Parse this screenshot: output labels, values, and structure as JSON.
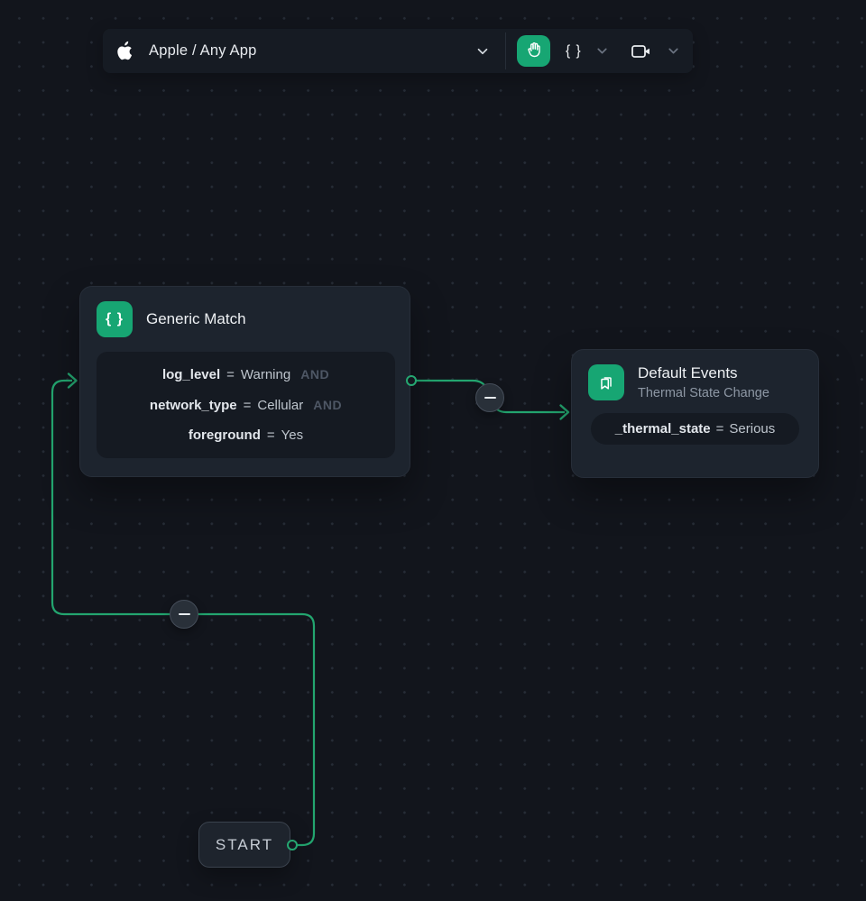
{
  "toolbar": {
    "app_selector": {
      "label": "Apple / Any App"
    },
    "code_button": {
      "label": "{ }"
    }
  },
  "canvas": {
    "nodes": {
      "generic_match": {
        "icon_label": "{ }",
        "title": "Generic Match",
        "conditions": [
          {
            "key": "log_level",
            "op": "=",
            "value": "Warning",
            "conjunction": "AND"
          },
          {
            "key": "network_type",
            "op": "=",
            "value": "Cellular",
            "conjunction": "AND"
          },
          {
            "key": "foreground",
            "op": "=",
            "value": "Yes",
            "conjunction": ""
          }
        ]
      },
      "default_events": {
        "title": "Default Events",
        "subtitle": "Thermal State Change",
        "condition": {
          "key": "_thermal_state",
          "op": "=",
          "value": "Serious"
        }
      },
      "start": {
        "label": "START"
      }
    },
    "icons": [
      "apple-icon",
      "chevron-down-icon",
      "hand-icon",
      "braces-icon",
      "video-camera-icon",
      "bookmarks-icon",
      "minus-icon"
    ],
    "colors": {
      "accent_green": "#17a673",
      "edge_green": "#25a771",
      "background": "#12151c",
      "node_background": "#1d242e",
      "panel_background": "#151a22"
    }
  }
}
